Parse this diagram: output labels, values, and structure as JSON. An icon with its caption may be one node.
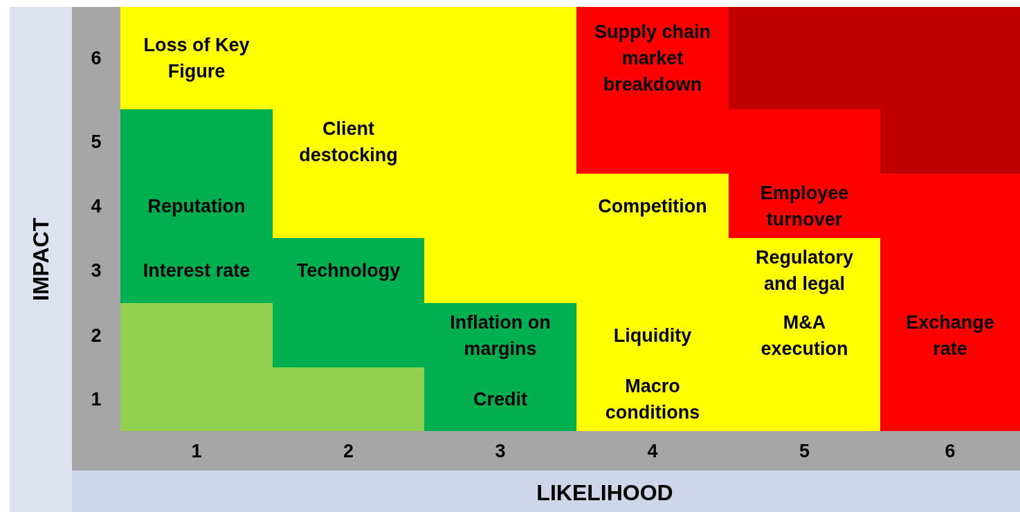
{
  "diagram": {
    "nodes": [
      {
        "text": [
          "Loss of Key Figure"
        ]
      },
      {
        "text": [],
        "shape": "box"
      },
      {
        "text": [],
        "shape": "box"
      },
      {
        "text": [
          "Supply chain market breakdown"
        ]
      },
      {
        "text": [],
        "shape": "box"
      },
      {
        "text": [],
        "shape": "box"
      },
      {
        "text": [],
        "shape": "box"
      },
      {
        "text": [
          "Client destocking"
        ]
      },
      {
        "text": [],
        "shape": "box"
      },
      {
        "text": [],
        "shape": "box"
      },
      {
        "text": [],
        "shape": "box"
      },
      {
        "text": [],
        "shape": "box"
      },
      {
        "text": [
          "Reputation"
        ]
      },
      {
        "text": [],
        "shape": "box"
      },
      {
        "text": [],
        "shape": "box"
      },
      {
        "text": [
          "Competition"
        ]
      },
      {
        "text": [
          "Employee turnover"
        ]
      },
      {
        "text": [],
        "shape": "box"
      },
      {
        "text": [
          "Interest rate"
        ]
      },
      {
        "text": [
          "Technology"
        ]
      },
      {
        "text": [],
        "shape": "box"
      },
      {
        "text": [],
        "shape": "box"
      },
      {
        "text": [
          "Regulatory and legal"
        ]
      },
      {
        "text": [],
        "shape": "box"
      },
      {
        "text": [],
        "shape": "box"
      },
      {
        "text": [],
        "shape": "box"
      },
      {
        "text": [
          "Inflation on margins"
        ]
      },
      {
        "text": [
          "Liquidity"
        ]
      },
      {
        "text": [
          "M&A execution"
        ]
      },
      {
        "text": [
          "Exchange rate"
        ]
      },
      {
        "text": [],
        "shape": "box"
      },
      {
        "text": [],
        "shape": "box"
      },
      {
        "text": [
          "Credit"
        ]
      },
      {
        "text": [
          "Macro conditions"
        ]
      },
      {
        "text": [],
        "shape": "box"
      },
      {
        "text": [],
        "shape": "box"
      }
    ],
    "labels": [
      "IMPACT",
      "6",
      "5",
      "4",
      "3",
      "2",
      "1",
      "1",
      "2",
      "3",
      "4",
      "5",
      "6",
      "LIKELIHOOD"
    ]
  }
}
